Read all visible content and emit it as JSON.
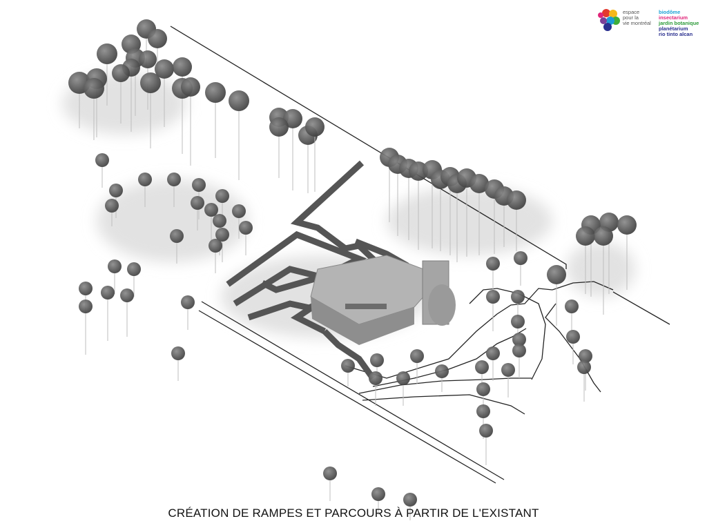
{
  "logo": {
    "line1": "espace",
    "line2": "pour la",
    "line3": "vie montréal",
    "brands": [
      {
        "label": "biodôme",
        "color": "#1fa3d6"
      },
      {
        "label": "insectarium",
        "color": "#e0257a"
      },
      {
        "label": "jardin botanique",
        "color": "#2e9b3a"
      },
      {
        "label": "planétarium",
        "color": "#2a2f8f"
      },
      {
        "label": "rio tinto alcan",
        "color": "#2a2f8f"
      }
    ],
    "mark_colors": [
      "#e23a2f",
      "#f6b81b",
      "#3fae3a",
      "#1d9bd7",
      "#7b3f98",
      "#2a2f8f",
      "#e0257a"
    ]
  },
  "caption": "CRÉATION DE RAMPES ET PARCOURS À PARTIR DE L'EXISTANT",
  "colors": {
    "tree": "#5c5c5c",
    "tree_dark": "#3e3e3e",
    "trunk": "#bdbdbd",
    "line": "#222222",
    "ramp": "#555555",
    "building": "#a8a8a8",
    "building_dark": "#8a8a8a",
    "shadow": "#d8d8d8"
  }
}
